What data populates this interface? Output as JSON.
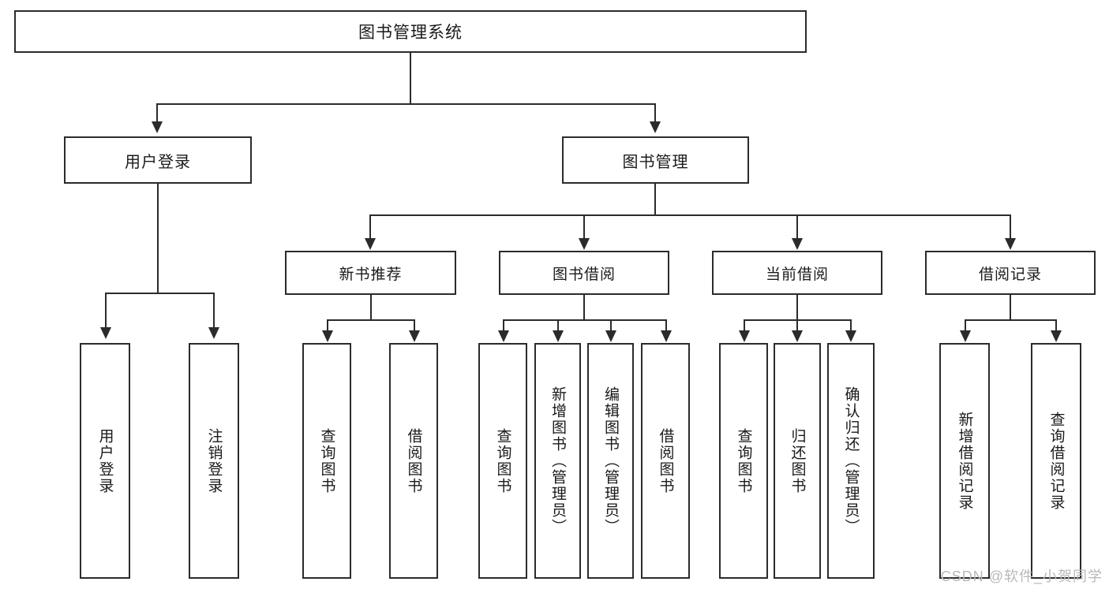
{
  "diagram": {
    "title": "图书管理系统",
    "type": "tree-hierarchy-chart",
    "background_color": "#ffffff",
    "line_color": "#2b2b2b",
    "text_color": "#1a1a1a"
  },
  "root": {
    "label": "图书管理系统"
  },
  "level2": [
    {
      "label": "用户登录"
    },
    {
      "label": "图书管理"
    }
  ],
  "level3": [
    {
      "label": "新书推荐"
    },
    {
      "label": "图书借阅"
    },
    {
      "label": "当前借阅"
    },
    {
      "label": "借阅记录"
    }
  ],
  "leaves": {
    "user_login": [
      {
        "label": "用户登录"
      },
      {
        "label": "注销登录"
      }
    ],
    "new_book_recommend": [
      {
        "label": "查询图书"
      },
      {
        "label": "借阅图书"
      }
    ],
    "book_borrow": [
      {
        "label": "查询图书"
      },
      {
        "label": "新增图书（管理员）"
      },
      {
        "label": "编辑图书（管理员）"
      },
      {
        "label": "借阅图书"
      }
    ],
    "current_borrow": [
      {
        "label": "查询图书"
      },
      {
        "label": "归还图书"
      },
      {
        "label": "确认归还（管理员）"
      }
    ],
    "borrow_record": [
      {
        "label": "新增借阅记录"
      },
      {
        "label": "查询借阅记录"
      }
    ]
  },
  "watermark": {
    "text": "CSDN @软件_小贺同学"
  }
}
